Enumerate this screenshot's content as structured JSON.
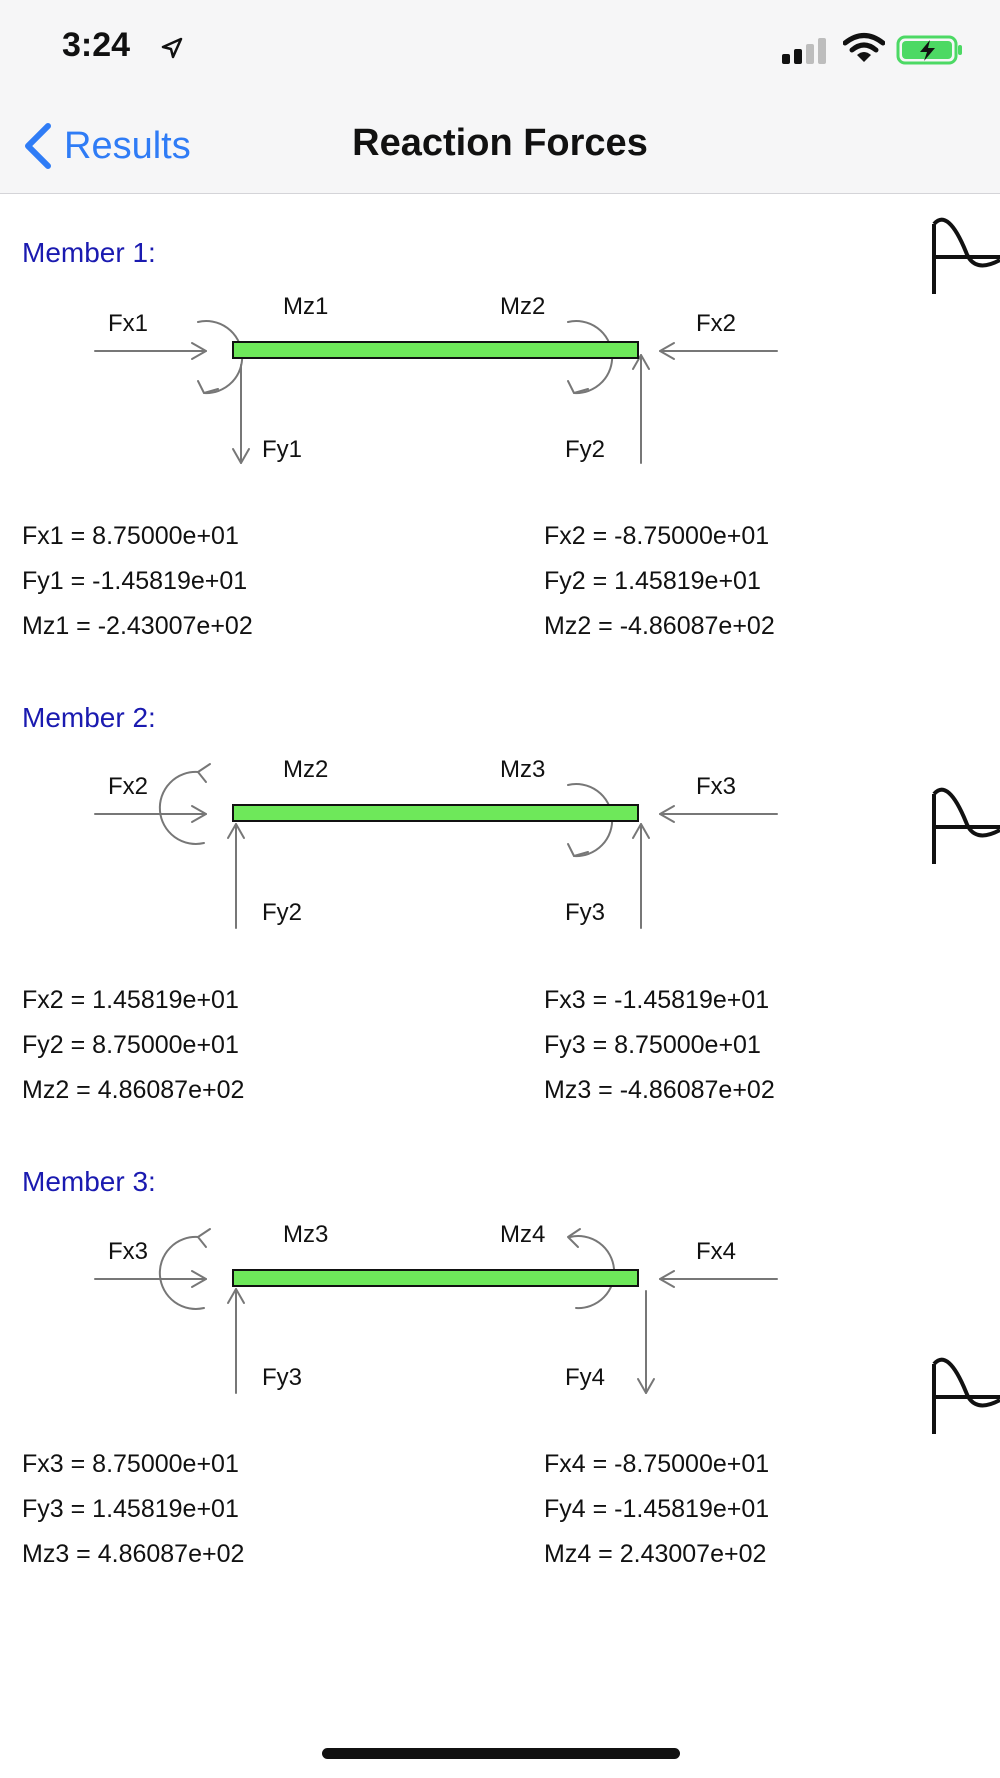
{
  "status_bar": {
    "time": "3:24",
    "icons": [
      "location-arrow-icon",
      "cellular-signal-icon",
      "wifi-icon",
      "battery-charging-icon"
    ],
    "battery_color": "#4cd964"
  },
  "nav": {
    "back_label": "Results",
    "title": "Reaction Forces",
    "accent_color": "#2f7cf6"
  },
  "colors": {
    "heading": "#1a1ab0",
    "beam_fill": "#6ee85a"
  },
  "members": [
    {
      "heading": "Member 1:",
      "labels": {
        "fx_left": "Fx1",
        "fx_right": "Fx2",
        "mz_left": "Mz1",
        "mz_right": "Mz2",
        "fy_left": "Fy1",
        "fy_right": "Fy2"
      },
      "left_values": [
        "Fx1 = 8.75000e+01",
        "Fy1 = -1.45819e+01",
        "Mz1 = -2.43007e+02"
      ],
      "right_values": [
        "Fx2 = -8.75000e+01",
        "Fy2 = 1.45819e+01",
        "Mz2 = -4.86087e+02"
      ]
    },
    {
      "heading": "Member 2:",
      "labels": {
        "fx_left": "Fx2",
        "fx_right": "Fx3",
        "mz_left": "Mz2",
        "mz_right": "Mz3",
        "fy_left": "Fy2",
        "fy_right": "Fy3"
      },
      "left_values": [
        "Fx2 = 1.45819e+01",
        "Fy2 = 8.75000e+01",
        "Mz2 = 4.86087e+02"
      ],
      "right_values": [
        "Fx3 = -1.45819e+01",
        "Fy3 = 8.75000e+01",
        "Mz3 = -4.86087e+02"
      ]
    },
    {
      "heading": "Member 3:",
      "labels": {
        "fx_left": "Fx3",
        "fx_right": "Fx4",
        "mz_left": "Mz3",
        "mz_right": "Mz4",
        "fy_left": "Fy3",
        "fy_right": "Fy4"
      },
      "left_values": [
        "Fx3 = 8.75000e+01",
        "Fy3 = 1.45819e+01",
        "Mz3 = 4.86087e+02"
      ],
      "right_values": [
        "Fx4 = -8.75000e+01",
        "Fy4 = -1.45819e+01",
        "Mz4 = 2.43007e+02"
      ]
    }
  ]
}
